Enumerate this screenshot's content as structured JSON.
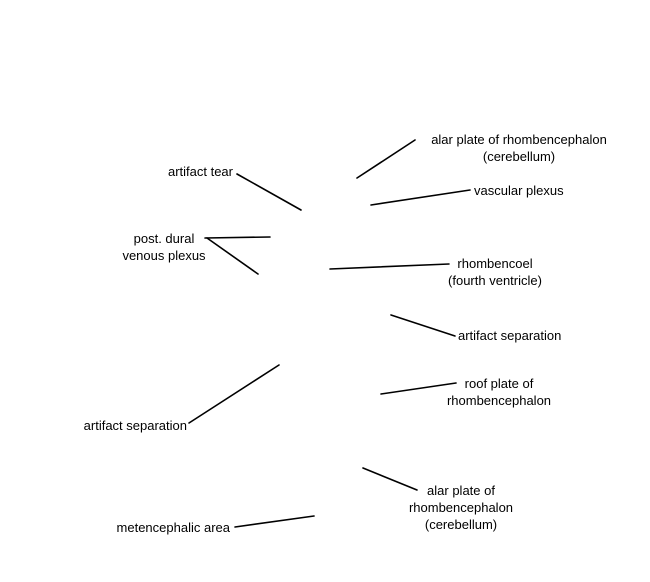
{
  "labels": [
    {
      "id": "alar-plate-rhombencephalon-top",
      "lines": [
        "alar plate of rhombencephalon",
        "(cerebellum)"
      ]
    },
    {
      "id": "artifact-tear",
      "lines": [
        "artifact tear"
      ]
    },
    {
      "id": "vascular-plexus",
      "lines": [
        "vascular plexus"
      ]
    },
    {
      "id": "post-dural-venous-plexus",
      "lines": [
        "post. dural",
        "venous plexus"
      ]
    },
    {
      "id": "rhombencoel",
      "lines": [
        "rhombencoel",
        "(fourth ventricle)"
      ]
    },
    {
      "id": "artifact-separation-right",
      "lines": [
        "artifact separation"
      ]
    },
    {
      "id": "roof-plate-rhombencephalon",
      "lines": [
        "roof plate of",
        "rhombencephalon"
      ]
    },
    {
      "id": "artifact-separation-left",
      "lines": [
        "artifact separation"
      ]
    },
    {
      "id": "alar-plate-rhombencephalon-bottom",
      "lines": [
        "alar plate of",
        "rhombencephalon",
        "(cerebellum)"
      ]
    },
    {
      "id": "metencephalic-area",
      "lines": [
        "metencephalic area"
      ]
    }
  ],
  "colors": {
    "background": "#ffffff",
    "text": "#000000",
    "leader_line": "#000000"
  }
}
